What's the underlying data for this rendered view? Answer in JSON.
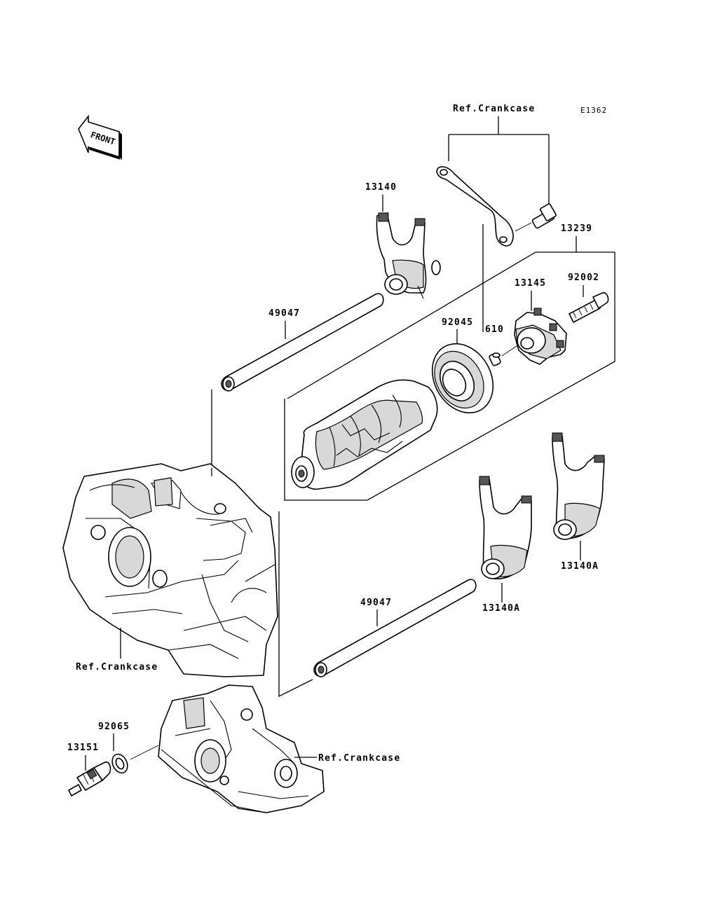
{
  "diagram": {
    "code": "E1362",
    "front_arrow": "FRONT",
    "labels": {
      "ref_crankcase_top": "Ref.Crankcase",
      "ref_crankcase_left": "Ref.Crankcase",
      "ref_crankcase_bottom": "Ref.Crankcase",
      "fork_13140": "13140",
      "drum_assy_13239": "13239",
      "shaft_49047_upper": "49047",
      "shaft_49047_lower": "49047",
      "bearing_92045": "92045",
      "pin_610": "610",
      "cam_13145": "13145",
      "bolt_92002": "92002",
      "fork_13140a_right": "13140A",
      "fork_13140a_center": "13140A",
      "washer_92065": "92065",
      "switch_13151": "13151"
    }
  }
}
